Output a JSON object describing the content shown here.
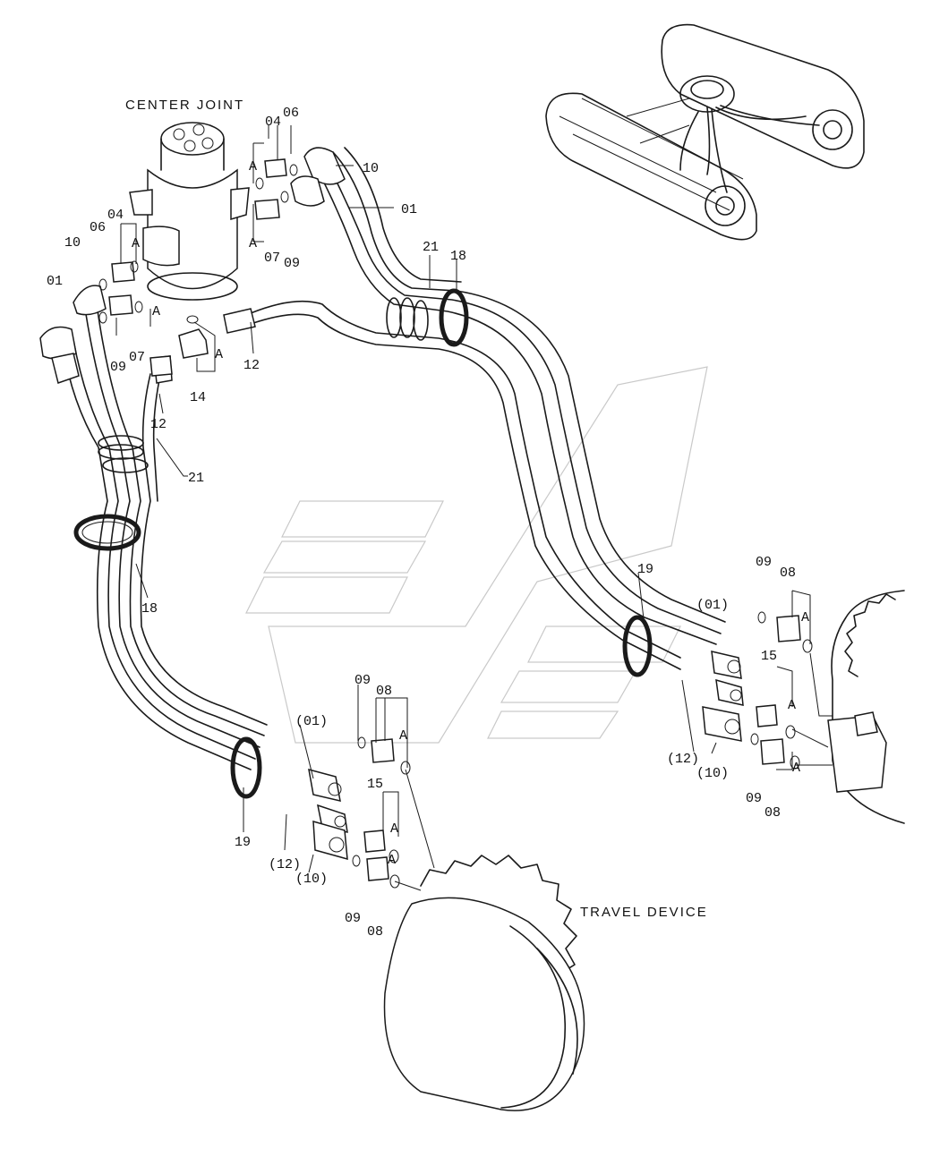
{
  "titles": {
    "center_joint": "CENTER  JOINT",
    "travel_device": "TRAVEL  DEVICE"
  },
  "labels": {
    "a": "A",
    "p01": "01",
    "p01_paren": "(01)",
    "p04": "04",
    "p06": "06",
    "p07": "07",
    "p08": "08",
    "p09": "09",
    "p10": "10",
    "p10_paren": "(10)",
    "p12": "12",
    "p12_paren": "(12)",
    "p14": "14",
    "p15": "15",
    "p18": "18",
    "p19": "19",
    "p21": "21"
  }
}
